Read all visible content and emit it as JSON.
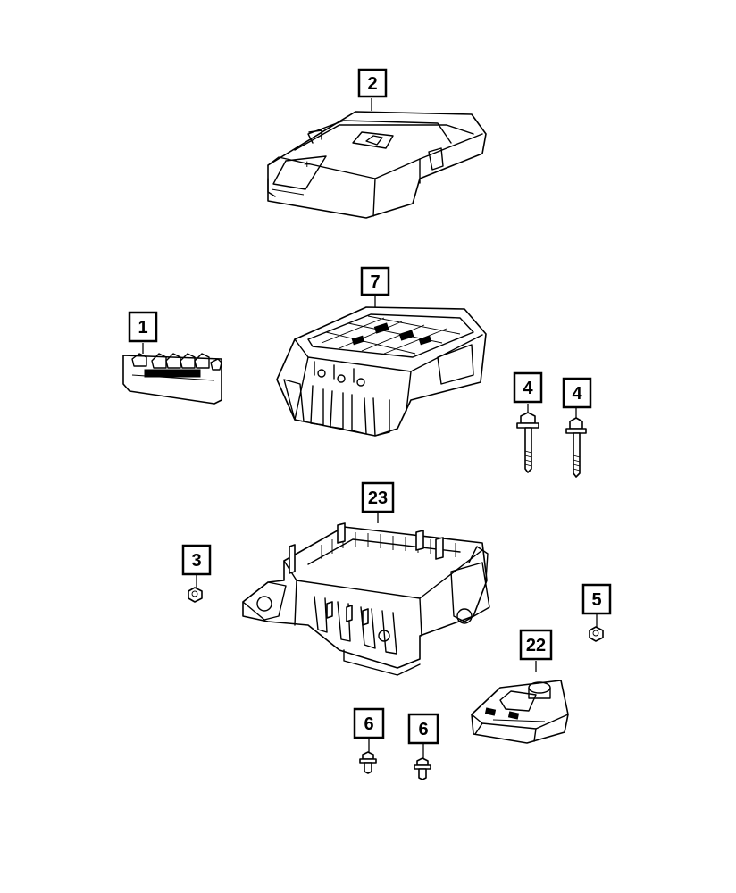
{
  "callouts": [
    {
      "id": "c2",
      "label": "2"
    },
    {
      "id": "c7",
      "label": "7"
    },
    {
      "id": "c1",
      "label": "1"
    },
    {
      "id": "c4a",
      "label": "4"
    },
    {
      "id": "c4b",
      "label": "4"
    },
    {
      "id": "c23",
      "label": "23"
    },
    {
      "id": "c3",
      "label": "3"
    },
    {
      "id": "c5",
      "label": "5"
    },
    {
      "id": "c22",
      "label": "22"
    },
    {
      "id": "c6a",
      "label": "6"
    },
    {
      "id": "c6b",
      "label": "6"
    }
  ],
  "cover_symbol": "+"
}
